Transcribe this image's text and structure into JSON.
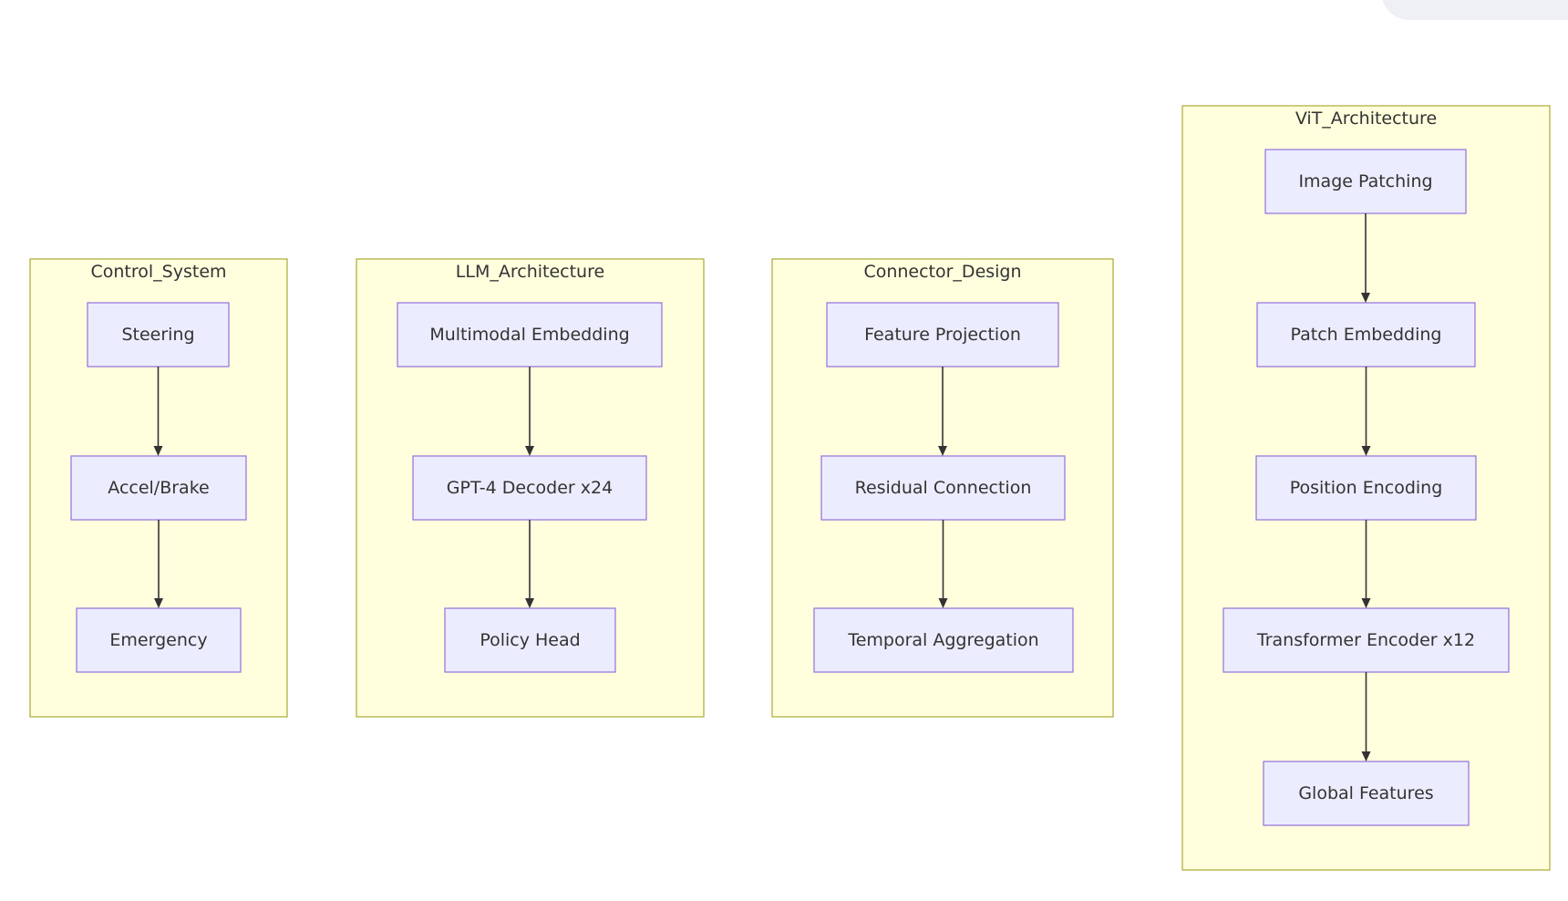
{
  "diagram": {
    "type": "flowchart",
    "direction": "top-to-bottom",
    "colors": {
      "cluster_fill": "#ffffde",
      "cluster_border": "#aaaa33",
      "node_fill": "#ececff",
      "node_border": "#9370db",
      "edge": "#333333",
      "text": "#333333"
    },
    "subgraphs": [
      {
        "id": "control_system",
        "title": "Control_System",
        "nodes": [
          "Steering",
          "Accel/Brake",
          "Emergency"
        ],
        "edges": [
          [
            "Steering",
            "Accel/Brake"
          ],
          [
            "Accel/Brake",
            "Emergency"
          ]
        ]
      },
      {
        "id": "llm_architecture",
        "title": "LLM_Architecture",
        "nodes": [
          "Multimodal Embedding",
          "GPT-4 Decoder x24",
          "Policy Head"
        ],
        "edges": [
          [
            "Multimodal Embedding",
            "GPT-4 Decoder x24"
          ],
          [
            "GPT-4 Decoder x24",
            "Policy Head"
          ]
        ]
      },
      {
        "id": "connector_design",
        "title": "Connector_Design",
        "nodes": [
          "Feature Projection",
          "Residual Connection",
          "Temporal Aggregation"
        ],
        "edges": [
          [
            "Feature Projection",
            "Residual Connection"
          ],
          [
            "Residual Connection",
            "Temporal Aggregation"
          ]
        ]
      },
      {
        "id": "vit_architecture",
        "title": "ViT_Architecture",
        "nodes": [
          "Image Patching",
          "Patch Embedding",
          "Position Encoding",
          "Transformer Encoder x12",
          "Global Features"
        ],
        "edges": [
          [
            "Image Patching",
            "Patch Embedding"
          ],
          [
            "Patch Embedding",
            "Position Encoding"
          ],
          [
            "Position Encoding",
            "Transformer Encoder x12"
          ],
          [
            "Transformer Encoder x12",
            "Global Features"
          ]
        ]
      }
    ]
  }
}
